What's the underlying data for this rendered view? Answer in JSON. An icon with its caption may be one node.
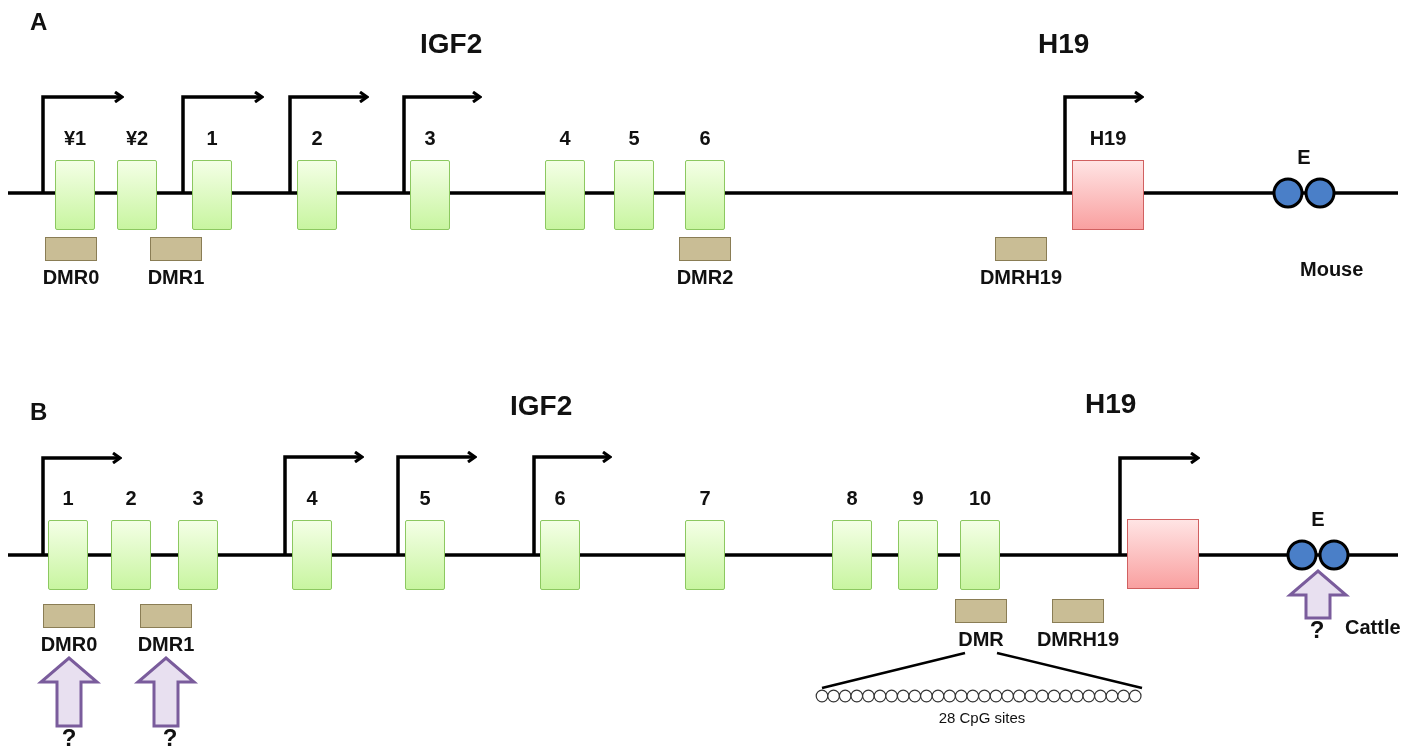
{
  "diagram": {
    "nodes": [
      {
        "text": [
          "¥1"
        ]
      },
      {
        "text": [
          "¥2"
        ]
      },
      {
        "text": [
          "1"
        ]
      },
      {
        "text": [
          "2"
        ]
      },
      {
        "text": [
          "3"
        ]
      },
      {
        "text": [
          "4"
        ]
      },
      {
        "text": [
          "5"
        ]
      },
      {
        "text": [
          "6"
        ]
      },
      {
        "text": [
          "H19"
        ]
      },
      {
        "text": [
          "E"
        ]
      },
      {
        "text": [
          "DMR0"
        ]
      },
      {
        "text": [
          "DMR1"
        ]
      },
      {
        "text": [
          "DMR2"
        ]
      },
      {
        "text": [
          "DMRH19"
        ]
      },
      {
        "text": [
          "1"
        ]
      },
      {
        "text": [
          "2"
        ]
      },
      {
        "text": [
          "3"
        ]
      },
      {
        "text": [
          "4"
        ]
      },
      {
        "text": [
          "5"
        ]
      },
      {
        "text": [
          "6"
        ]
      },
      {
        "text": [
          "7"
        ]
      },
      {
        "text": [
          "8"
        ]
      },
      {
        "text": [
          "9"
        ]
      },
      {
        "text": [
          "10"
        ]
      },
      {
        "text": [],
        "shape": "box"
      },
      {
        "text": [
          "E"
        ]
      },
      {
        "text": [
          "DMR0"
        ]
      },
      {
        "text": [
          "DMR1"
        ]
      },
      {
        "text": [
          "DMR"
        ]
      },
      {
        "text": [
          "DMRH19"
        ]
      },
      {
        "text": [
          "28 CpG sites"
        ]
      },
      {
        "text": [
          "?"
        ]
      },
      {
        "text": [
          "?"
        ]
      },
      {
        "text": [
          "?"
        ]
      }
    ],
    "edges": [
      {
        "from": 31,
        "to": 26,
        "arrow": "to"
      },
      {
        "from": 32,
        "to": 27,
        "arrow": "to"
      },
      {
        "from": 33,
        "to": 25,
        "arrow": "to"
      },
      {
        "from": 28,
        "to": 30,
        "arrow": "none",
        "color": "#000000"
      },
      {
        "from": 28,
        "to": 30,
        "arrow": "none",
        "color": "#000000"
      }
    ],
    "labels": [
      "A",
      "IGF2",
      "H19",
      "Mouse",
      "B",
      "IGF2",
      "H19",
      "Cattle"
    ]
  }
}
